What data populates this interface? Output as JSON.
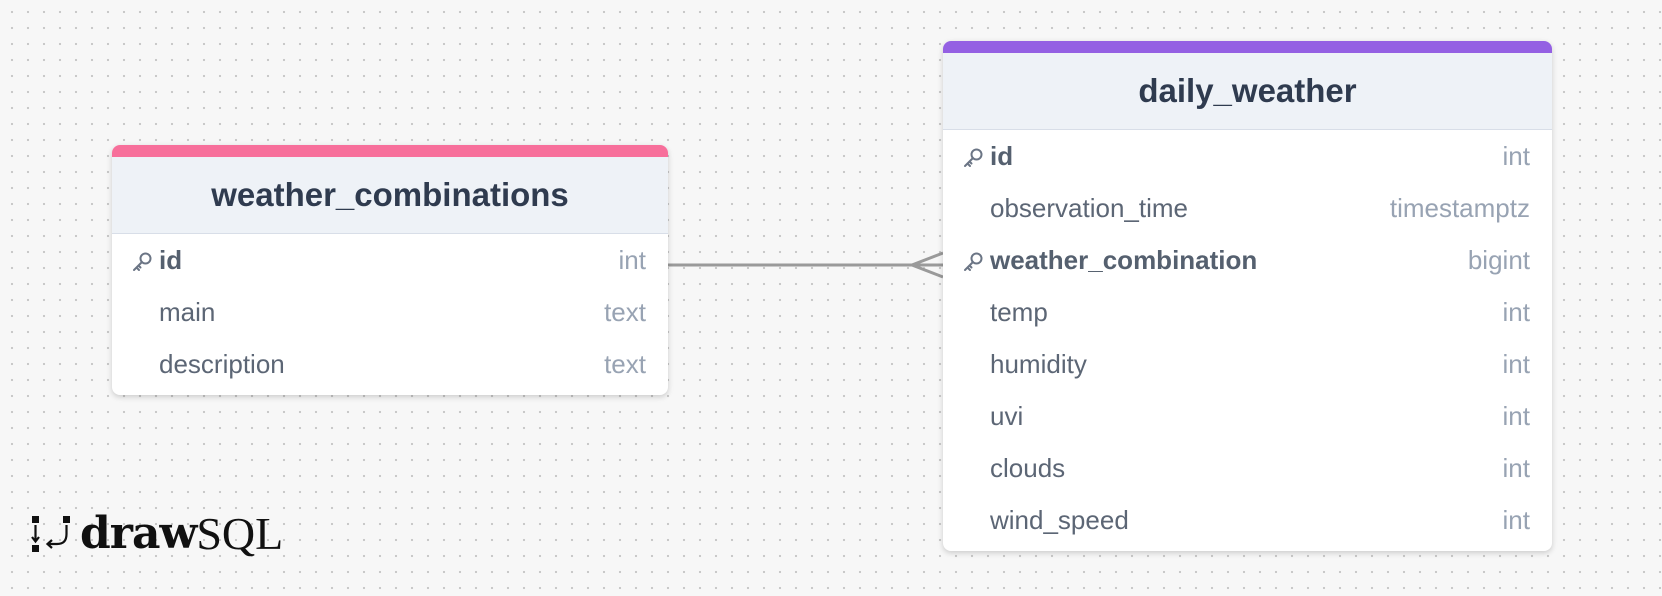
{
  "tables": [
    {
      "name": "weather_combinations",
      "accent_color": "#f76f9b",
      "columns": [
        {
          "name": "id",
          "type": "int",
          "primary_key": true
        },
        {
          "name": "main",
          "type": "text",
          "primary_key": false
        },
        {
          "name": "description",
          "type": "text",
          "primary_key": false
        }
      ]
    },
    {
      "name": "daily_weather",
      "accent_color": "#9460e3",
      "columns": [
        {
          "name": "id",
          "type": "int",
          "primary_key": true
        },
        {
          "name": "observation_time",
          "type": "timestamptz",
          "primary_key": false
        },
        {
          "name": "weather_combination",
          "type": "bigint",
          "primary_key": true
        },
        {
          "name": "temp",
          "type": "int",
          "primary_key": false
        },
        {
          "name": "humidity",
          "type": "int",
          "primary_key": false
        },
        {
          "name": "uvi",
          "type": "int",
          "primary_key": false
        },
        {
          "name": "clouds",
          "type": "int",
          "primary_key": false
        },
        {
          "name": "wind_speed",
          "type": "int",
          "primary_key": false
        }
      ]
    }
  ],
  "relationship": {
    "from": "weather_combinations.id",
    "to": "daily_weather.weather_combination",
    "cardinality": "one-to-many",
    "line_color": "#9a9a9a"
  },
  "logo": {
    "bold": "draw",
    "light": "SQL"
  }
}
